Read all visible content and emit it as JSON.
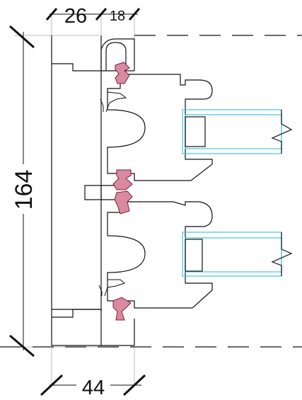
{
  "dimensions": {
    "top_left": "26",
    "top_right": "18",
    "height": "164",
    "bottom": "44"
  },
  "colors": {
    "glass": "#3fc6e6",
    "seal_fill": "#d98aa0",
    "seal_stroke": "#7a1f35",
    "line": "#111111"
  }
}
